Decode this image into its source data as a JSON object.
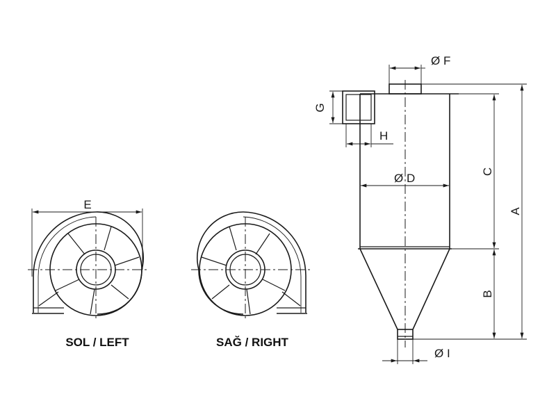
{
  "views": {
    "left_caption": "SOL / LEFT",
    "right_caption": "SAĞ / RIGHT"
  },
  "dimensions": {
    "E": "E",
    "F": "Ø F",
    "G": "G",
    "H": "H",
    "D": "Ø D",
    "C": "C",
    "A": "A",
    "B": "B",
    "I": "Ø I"
  }
}
